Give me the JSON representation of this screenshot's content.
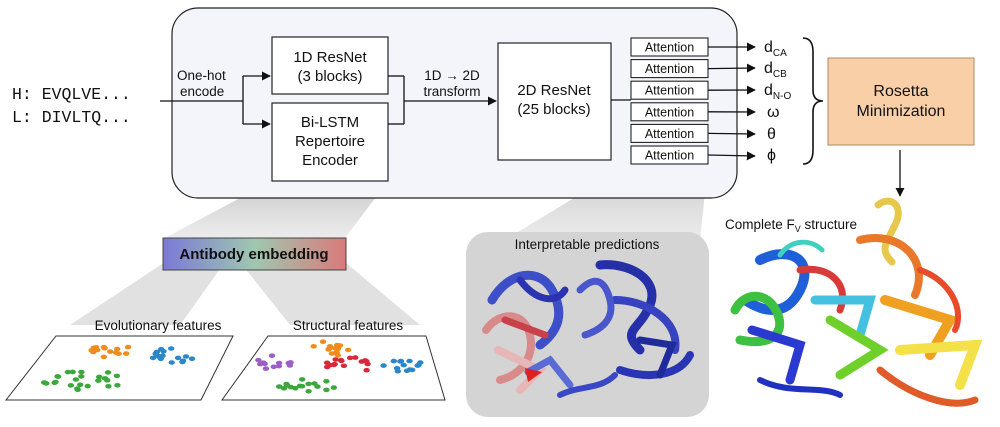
{
  "input": {
    "heavy": "H: EVQLVE...",
    "light": "L: DIVLTQ..."
  },
  "steps": {
    "onehot_line1": "One-hot",
    "onehot_line2": "encode",
    "transform_line1": "1D → 2D",
    "transform_line2": "transform"
  },
  "blocks": {
    "resnet1d_line1": "1D ResNet",
    "resnet1d_line2": "(3 blocks)",
    "bilstm_line1": "Bi-LSTM",
    "bilstm_line2": "Repertoire",
    "bilstm_line3": "Encoder",
    "resnet2d_line1": "2D ResNet",
    "resnet2d_line2": "(25 blocks)",
    "attention_labels": [
      "Attention",
      "Attention",
      "Attention",
      "Attention",
      "Attention",
      "Attention"
    ],
    "rosetta_line1": "Rosetta",
    "rosetta_line2": "Minimization"
  },
  "outputs": {
    "d_ca_main": "d",
    "d_ca_sub": "CA",
    "d_cb_main": "d",
    "d_cb_sub": "CB",
    "d_no_main": "d",
    "d_no_sub": "N-O",
    "omega": "ω",
    "theta": "θ",
    "phi": "ϕ"
  },
  "embedding": {
    "title": "Antibody embedding",
    "evolutionary": "Evolutionary features",
    "structural": "Structural features"
  },
  "predictions": {
    "title": "Interpretable predictions"
  },
  "structure": {
    "title_pre": "Complete F",
    "title_sub": "V",
    "title_post": " structure"
  },
  "colors": {
    "embedding_gradient": [
      "#7b79d6",
      "#9fc7b0",
      "#d97a7a"
    ],
    "rosetta_fill": "#f9cfa8",
    "panel_gray": "#d4d4d4",
    "cluster_orange": "#f08c1e",
    "cluster_blue": "#2a87c8",
    "cluster_green": "#3aa83a",
    "cluster_purple": "#9b5fc6",
    "cluster_red": "#d9283a"
  }
}
